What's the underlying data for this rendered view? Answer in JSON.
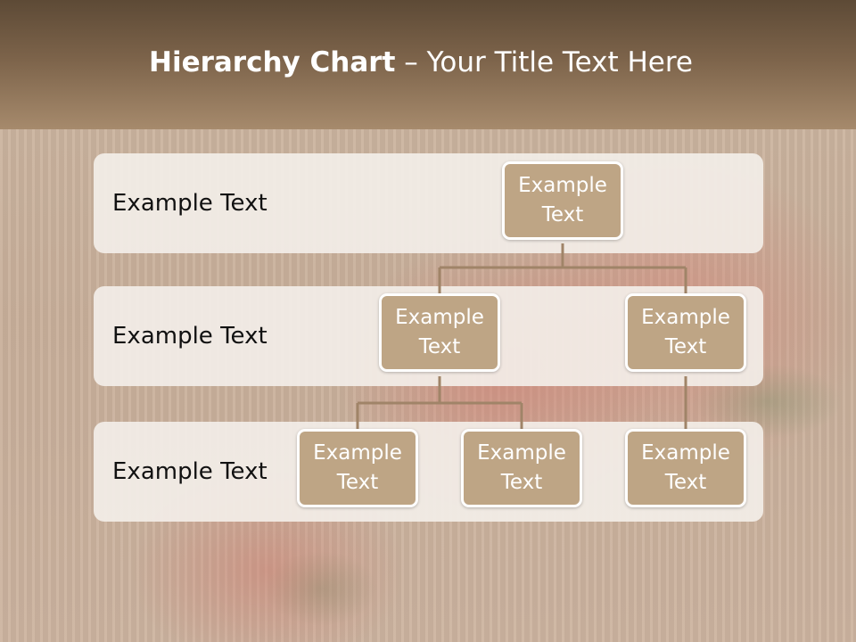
{
  "header": {
    "title_bold": "Hierarchy Chart",
    "title_sep": " – ",
    "title_rest": "Your Title Text Here"
  },
  "levels": [
    {
      "label": "Example Text"
    },
    {
      "label": "Example Text"
    },
    {
      "label": "Example Text"
    }
  ],
  "nodes": {
    "root": "Example Text",
    "level2_left": "Example Text",
    "level2_right": "Example Text",
    "level3_a": "Example Text",
    "level3_b": "Example Text",
    "level3_c": "Example Text"
  },
  "colors": {
    "node_fill": "#bea585",
    "connector": "#a08468",
    "band": "#f3eee8",
    "header": "#7c634a"
  }
}
